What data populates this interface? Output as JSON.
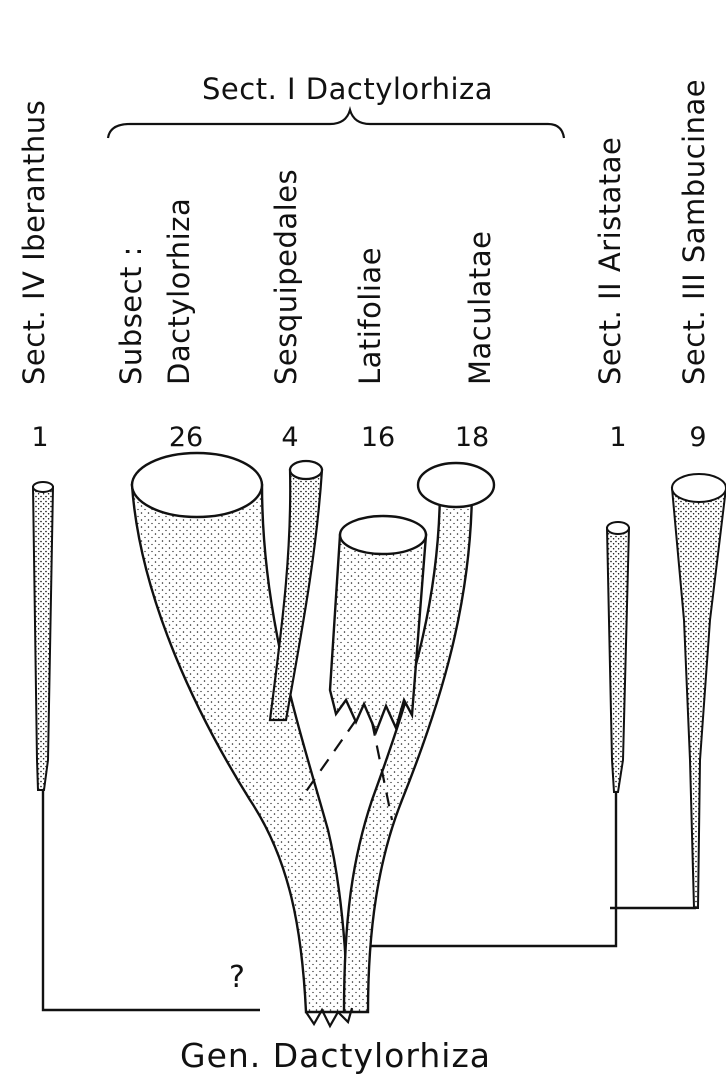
{
  "diagram": {
    "genus_label": "Gen. Dactylorhiza",
    "section_I_label": "Sect. I Dactylorhiza",
    "sections": [
      {
        "label": "Sect. IV Iberanthus",
        "count": "1"
      },
      {
        "label_line1": "Subsect :",
        "label_line2": "Dactylorhiza",
        "count": "26"
      },
      {
        "label": "Sesquipedales",
        "count": "4"
      },
      {
        "label": "Latifoliae",
        "count": "16"
      },
      {
        "label": "Maculatae",
        "count": "18"
      },
      {
        "label": "Sect. II Aristatae",
        "count": "1"
      },
      {
        "label": "Sect. III Sambucinae",
        "count": "9"
      }
    ],
    "uncertain_mark": "?"
  }
}
